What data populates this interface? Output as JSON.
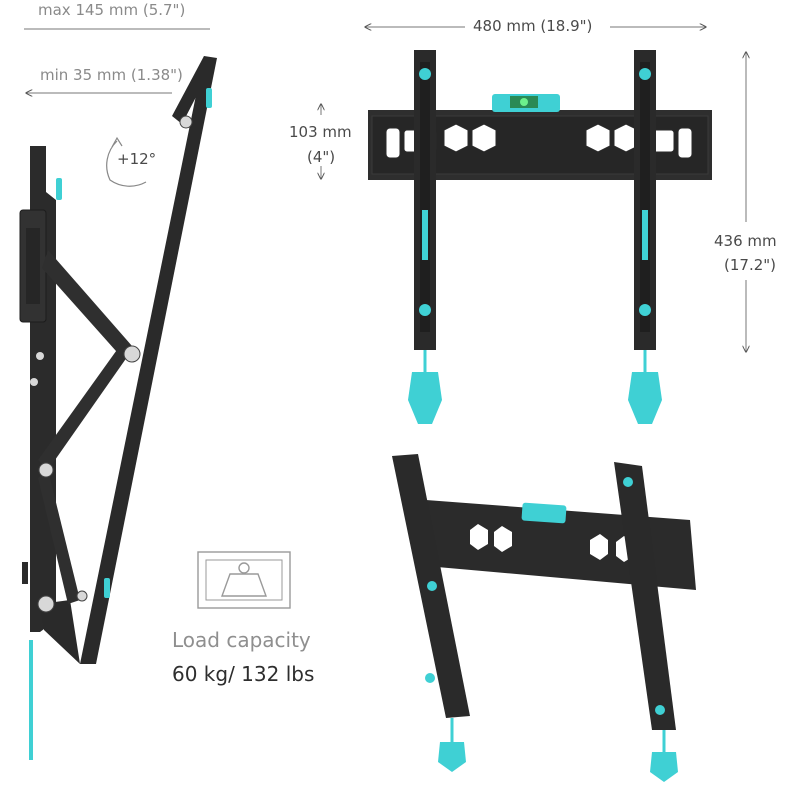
{
  "dimensions": {
    "max_depth": "max 145 mm (5.7\")",
    "min_depth": "min 35 mm (1.38\")",
    "tilt": "+12°",
    "width": "480 mm (18.9\")",
    "rail_height_mm": "103 mm",
    "rail_height_in": "(4\")",
    "height_mm": "436 mm",
    "height_in": "(17.2\")"
  },
  "load": {
    "title": "Load capacity",
    "value": "60 kg/ 132 lbs",
    "icon": "weight-icon"
  },
  "colors": {
    "metal": "#2b2b2b",
    "accent": "#3fd0d4",
    "text": "#4a4a4a"
  }
}
